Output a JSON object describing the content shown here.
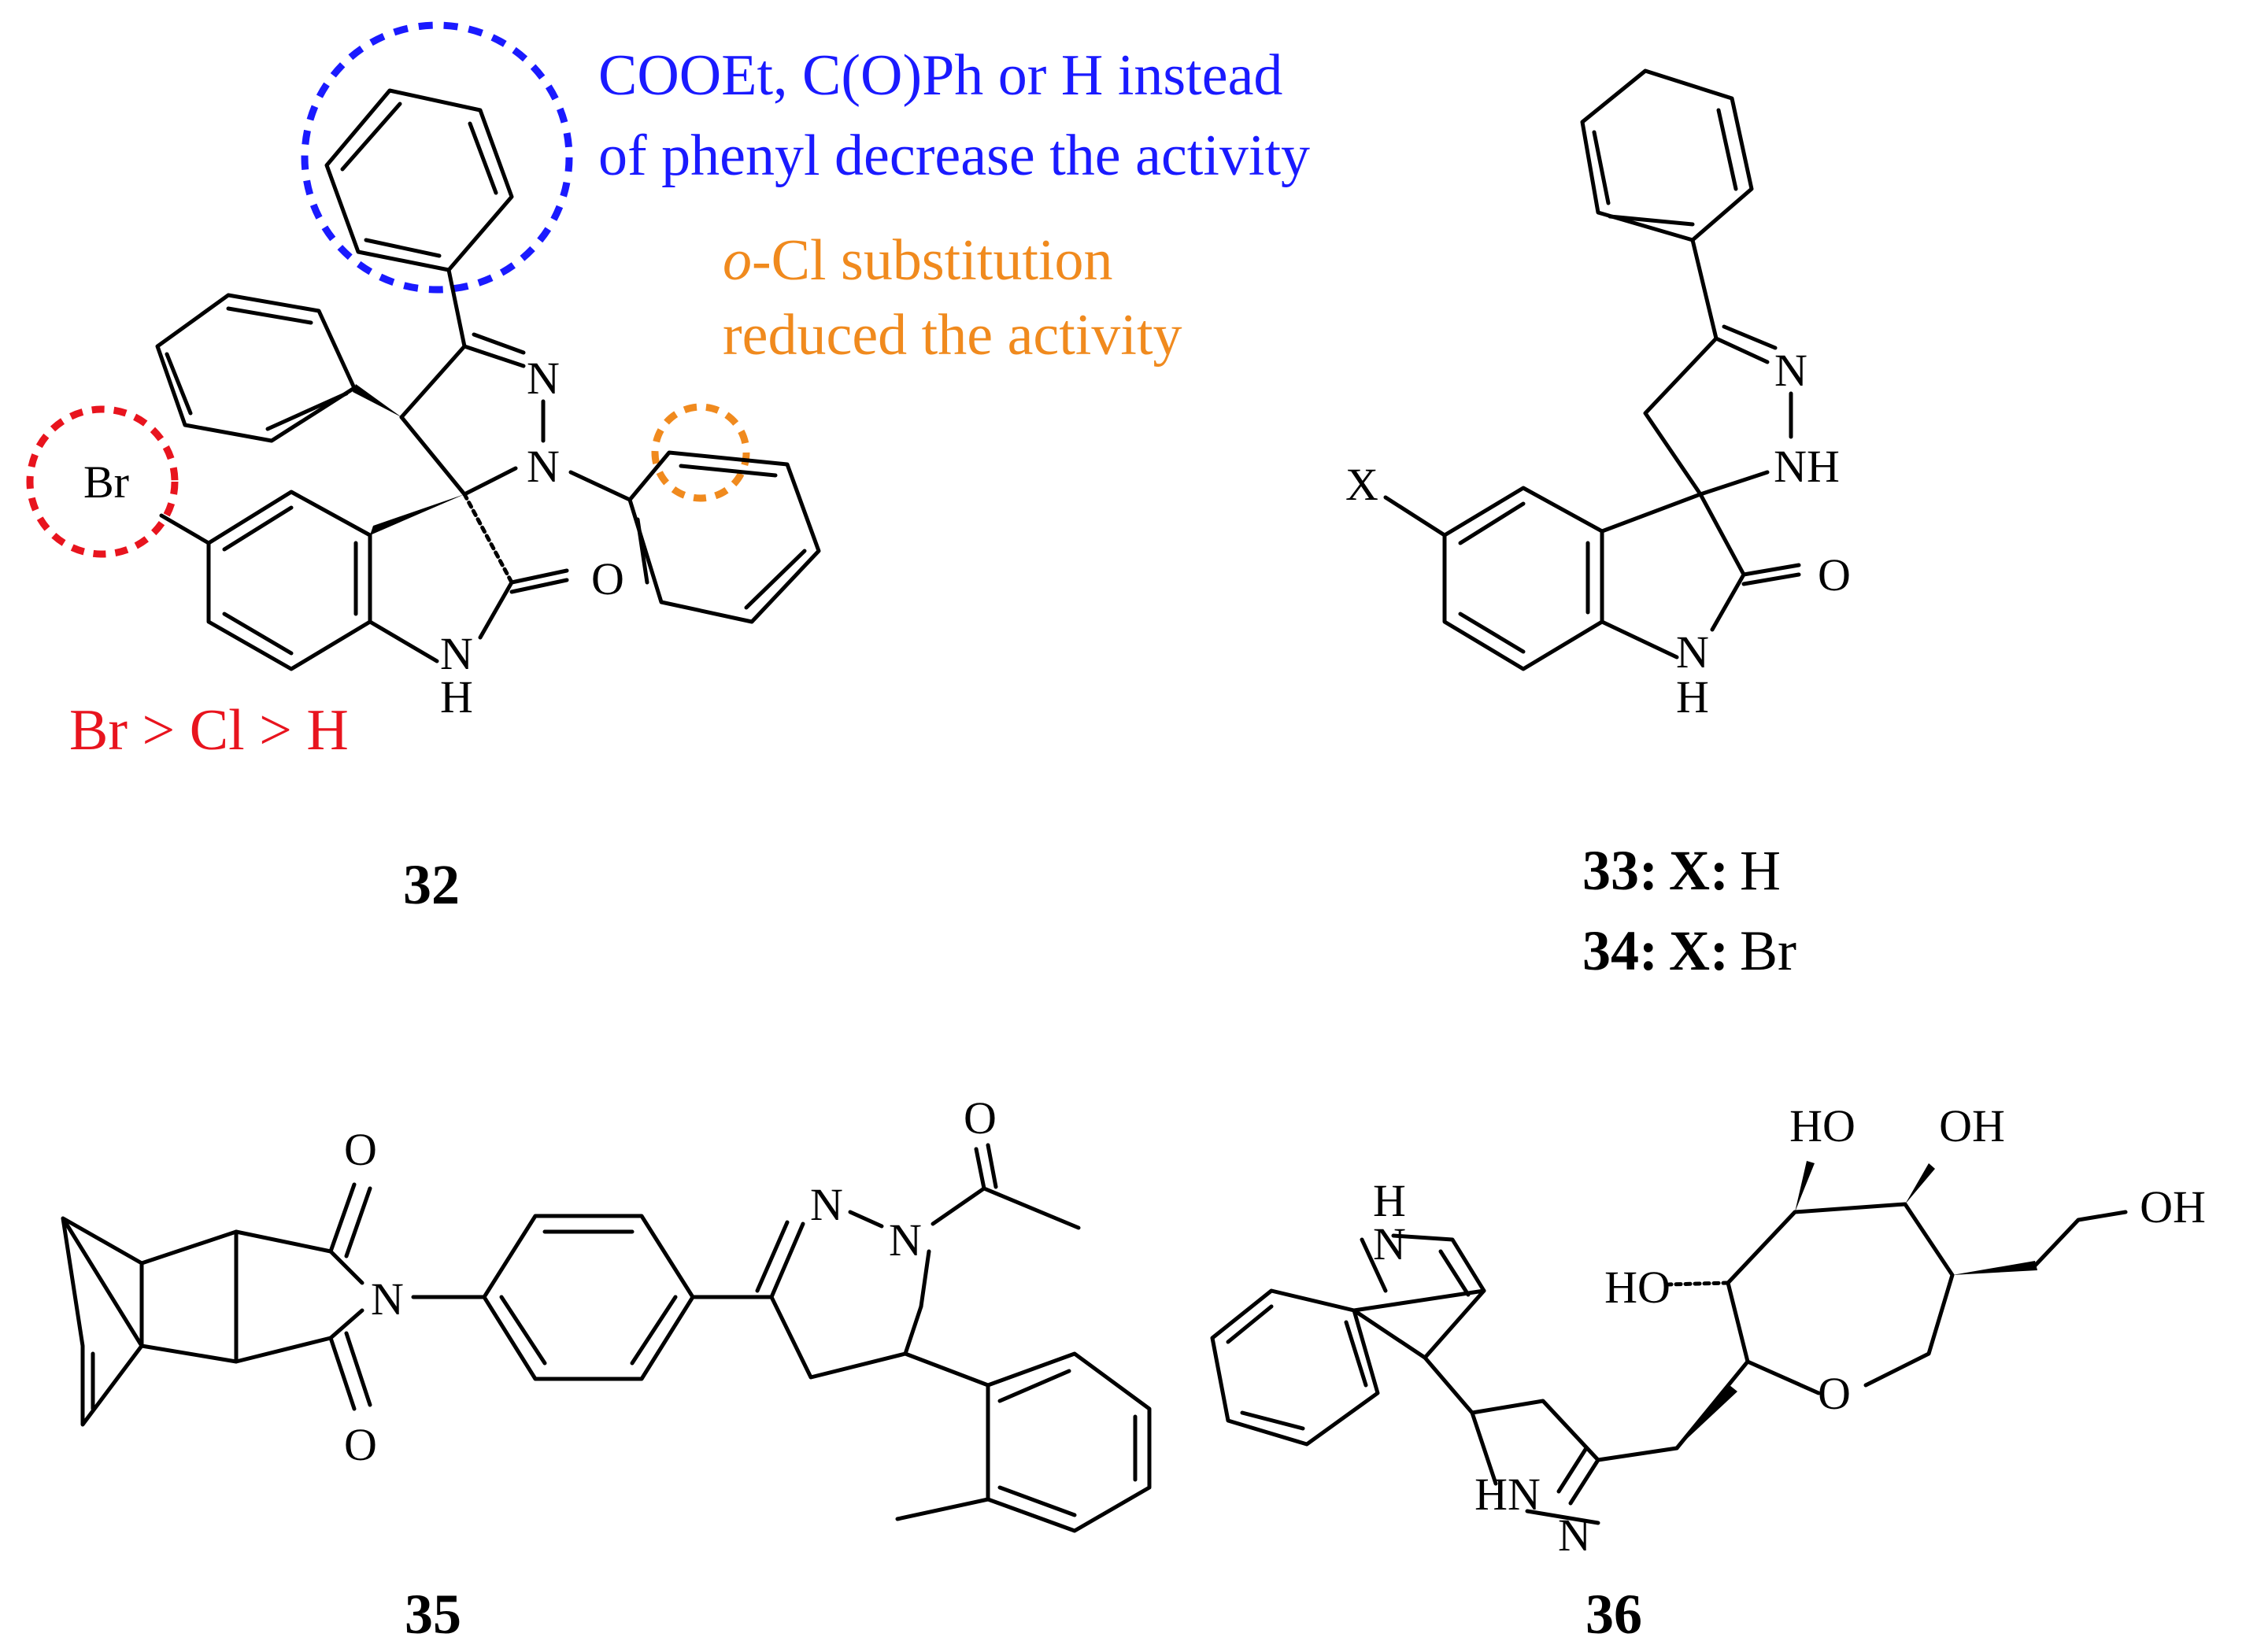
{
  "colors": {
    "bond": "#000000",
    "annotation_blue": "#1a1aff",
    "annotation_orange": "#f08a1e",
    "annotation_red": "#e8141e"
  },
  "annotations": {
    "blue_line1": "COOEt, C(O)Ph or H instead",
    "blue_line2": "of phenyl decrease the activity",
    "orange_prefix": "o",
    "orange_line1_rest": "-Cl substitution",
    "orange_line2": "reduced the activity",
    "red": "Br > Cl > H"
  },
  "compounds": {
    "c32": {
      "number": "32"
    },
    "c33": {
      "number": "33:",
      "x_label": "X:",
      "value": "H"
    },
    "c34": {
      "number": "34:",
      "x_label": "X:",
      "value": "Br"
    },
    "c35": {
      "number": "35"
    },
    "c36": {
      "number": "36"
    }
  },
  "atoms": {
    "Br": "Br",
    "N": "N",
    "O": "O",
    "NH": "NH",
    "H": "H",
    "X": "X",
    "HN": "HN",
    "HO": "HO",
    "OH": "OH"
  }
}
